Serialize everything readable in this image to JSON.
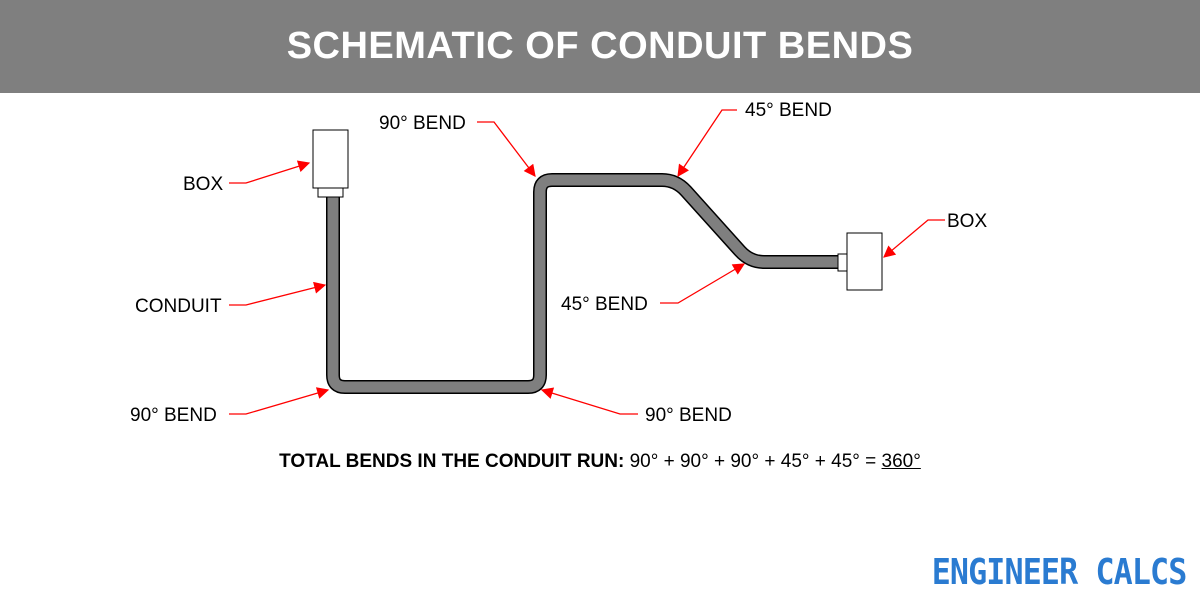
{
  "title": "SCHEMATIC OF CONDUIT BENDS",
  "labels": {
    "box_left": "BOX",
    "box_right": "BOX",
    "conduit": "CONDUIT",
    "bend_90_top": "90° BEND",
    "bend_45_top": "45° BEND",
    "bend_45_bottom": "45° BEND",
    "bend_90_bottom_left": "90° BEND",
    "bend_90_bottom_right": "90° BEND"
  },
  "summary": {
    "label": "TOTAL BENDS IN THE CONDUIT RUN:",
    "expression": "90° + 90° + 90° + 45° + 45° =",
    "total": "360°"
  },
  "brand": "ENGINEER CALCS",
  "colors": {
    "title_bar": "#7f7f7f",
    "conduit_fill": "#7f7f7f",
    "arrow": "#ff0000",
    "brand": "#2a7bd1"
  }
}
